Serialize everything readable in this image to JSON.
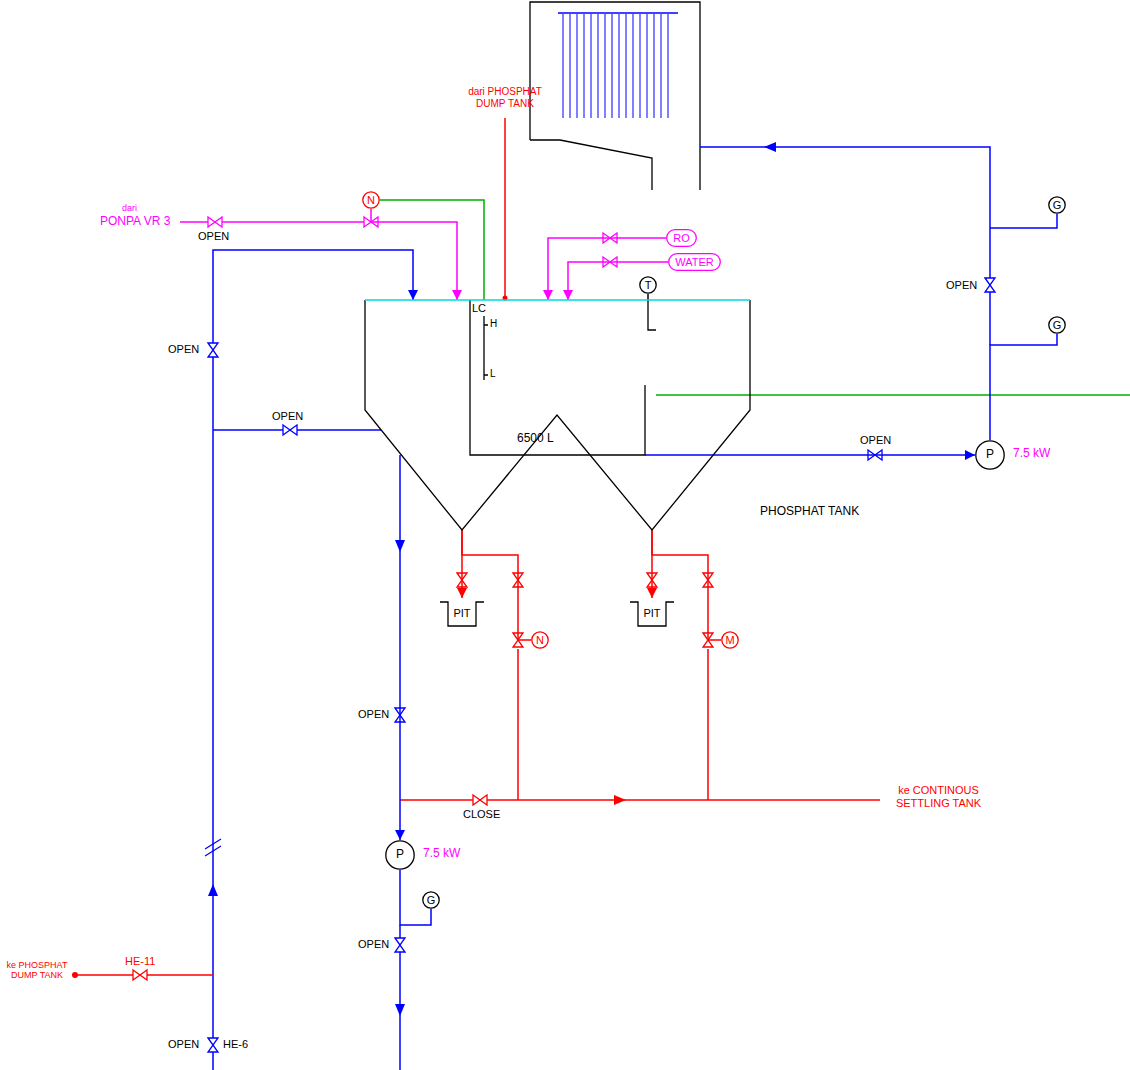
{
  "diagram": {
    "nodes": [
      {
        "text": [
          "6500 L",
          "PHOSPHAT TANK"
        ]
      },
      {
        "text": [
          "N"
        ]
      },
      {
        "text": [
          "RO"
        ]
      },
      {
        "text": [
          "WATER"
        ]
      },
      {
        "text": [
          "T"
        ]
      },
      {
        "text": [
          "P",
          "7.5 kW"
        ]
      },
      {
        "text": [
          "G"
        ]
      },
      {
        "text": [
          "G"
        ]
      },
      {
        "text": [
          "PIT"
        ]
      },
      {
        "text": [
          "N"
        ]
      },
      {
        "text": [
          "PIT"
        ]
      },
      {
        "text": [
          "M"
        ]
      },
      {
        "text": [
          "P",
          "7.5 kW"
        ]
      },
      {
        "text": [
          "G"
        ]
      }
    ],
    "edges": [
      {
        "from": 1,
        "to": 0,
        "arrow": "to"
      },
      {
        "from": 1,
        "to": 0,
        "arrow": "none"
      },
      {
        "from": 2,
        "to": 0,
        "arrow": "to"
      },
      {
        "from": 3,
        "to": 0,
        "arrow": "to"
      },
      {
        "from": 4,
        "to": 0,
        "arrow": "none"
      },
      {
        "from": 0,
        "to": 5,
        "arrow": "to"
      },
      {
        "from": 5,
        "to": 7,
        "arrow": "none"
      },
      {
        "from": 0,
        "to": 8,
        "arrow": "to"
      },
      {
        "from": 0,
        "to": 9,
        "arrow": "none"
      },
      {
        "from": 0,
        "to": 10,
        "arrow": "to"
      },
      {
        "from": 0,
        "to": 11,
        "arrow": "none"
      },
      {
        "from": 0,
        "to": 12,
        "arrow": "to"
      },
      {
        "from": 12,
        "to": 13,
        "arrow": "none"
      }
    ],
    "labels": [
      "dari",
      "PONPA VR 3",
      "OPEN",
      "dari PHOSPHAT DUMP TANK",
      "LC",
      "H",
      "L",
      "OPEN",
      "OPEN",
      "OPEN",
      "OPEN",
      "OPEN",
      "CLOSE",
      "ke CONTINOUS SETTLING TANK",
      "ke PHOSPHAT DUMP TANK",
      "HE-11",
      "OPEN",
      "OPEN",
      "HE-6"
    ]
  }
}
